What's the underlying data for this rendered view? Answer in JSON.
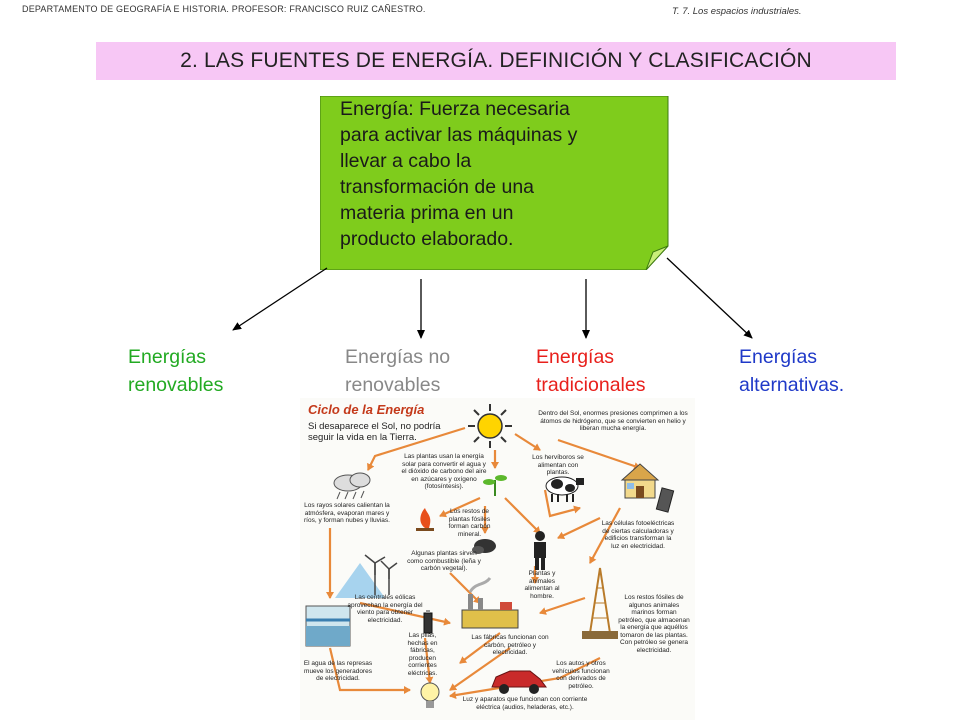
{
  "header": {
    "department": "DEPARTAMENTO DE GEOGRAFÍA E HISTORIA. PROFESOR: FRANCISCO RUIZ CAÑESTRO.",
    "unit": "T. 7. Los espacios industriales."
  },
  "title": "2. LAS FUENTES DE ENERGÍA. DEFINICIÓN Y CLASIFICACIÓN",
  "definition": {
    "lines": [
      "Energía: Fuerza necesaria",
      "para activar las máquinas y",
      "llevar a cabo la",
      "transformación de una",
      "materia prima en un",
      "producto elaborado."
    ]
  },
  "categories": [
    {
      "line1": "Energías",
      "line2": "renovables"
    },
    {
      "line1": "Energías no",
      "line2": "renovables"
    },
    {
      "line1": "Energías",
      "line2": "tradicionales"
    },
    {
      "line1": "Energías",
      "line2": "alternativas."
    }
  ],
  "colors": {
    "title_bg": "#f7c7f5",
    "definition_bg": "#7fcc1c",
    "renovables": "#22aa22",
    "no_renovables": "#888888",
    "tradicionales": "#e8201c",
    "alternativas": "#1f39c8",
    "cycle_arrows": "#e8893a"
  },
  "cycle": {
    "title": "Ciclo de la Energía",
    "subtitle": "Si desaparece el Sol, no podría seguir la vida en la Tierra.",
    "notes": {
      "sun": "Dentro del Sol, enormes presiones comprimen a los átomos de hidrógeno, que se convierten en helio y liberan mucha energía.",
      "plants": "Las plantas usan la energía solar para convertir el agua y el dióxido de carbono del aire en azúcares y oxígeno (fotosíntesis).",
      "herbivores": "Los hervíboros se alimentan con plantas.",
      "rays": "Los rayos solares calientan la atmósfera, evaporan mares y ríos, y forman nubes y lluvias.",
      "fossil": "Los restos de plantas fósiles forman carbón mineral.",
      "cells": "Las células fotoeléctricas de ciertas calculadoras y edificios transforman la luz en electricidad.",
      "fuel": "Algunas plantas sirven como combustible (leña y carbón vegetal).",
      "food": "Plantas y animales alimentan al hombre.",
      "wind": "Las centrales eólicas aprovechan la energía del viento para obtener electricidad.",
      "oil": "Los restos fósiles de algunos animales marinos forman petróleo, que almacenan la energía que aquéllos tomaron de las plantas. Con petróleo se genera electricidad.",
      "batteries": "Las pilas, hechas en fábricas, producen corrientes eléctricas.",
      "factories": "Las fábricas funcionan con carbón, petróleo y electricidad.",
      "dam": "El agua de las represas mueve los generadores de electricidad.",
      "cars": "Los autos y otros vehículos funcionan con derivados de petróleo.",
      "light": "Luz y aparatos que funcionan con corriente eléctrica (audios, heladeras, etc.)."
    }
  }
}
